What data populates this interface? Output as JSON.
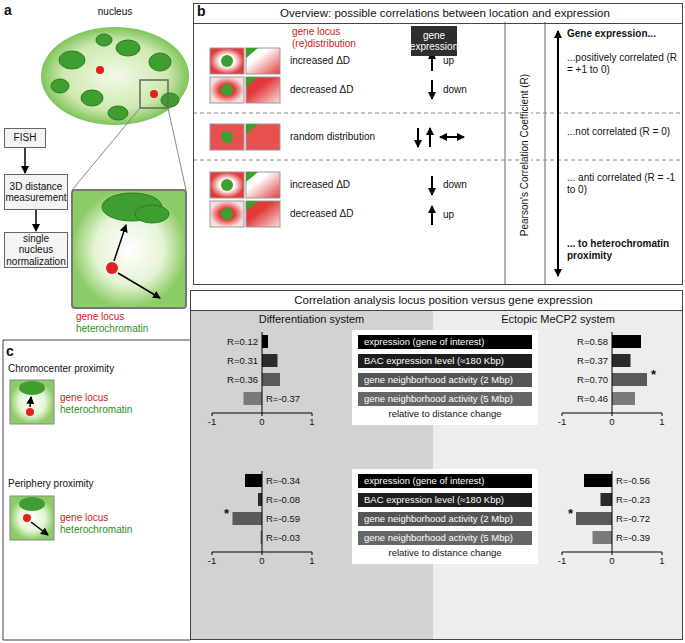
{
  "diagram": {
    "nodes": [
      {
        "text": [
          "FISH"
        ]
      },
      {
        "text": [
          "3D distance measurement"
        ]
      },
      {
        "text": [
          "single nucleus normalization"
        ]
      },
      {
        "text": [
          "Overview: possible correlations between location and expression"
        ]
      },
      {
        "text": [
          "gene expression"
        ],
        "in": 3
      },
      {
        "text": [
          "Correlation analysis locus position versus gene expression"
        ]
      },
      {
        "text": [
          "Differentiation system"
        ],
        "in": 5
      },
      {
        "text": [
          "Ectopic MeCP2 system"
        ],
        "in": 5
      },
      {
        "text": [
          "expression (gene of interest)"
        ],
        "in": 5
      },
      {
        "text": [
          "BAC expression level (≈180 Kbp)"
        ],
        "in": 5
      },
      {
        "text": [
          "gene neighborhood activity (2 Mbp)"
        ],
        "in": 5
      },
      {
        "text": [
          "gene neighborhood activity (5 Mbp)"
        ],
        "in": 5
      },
      {
        "text": [
          "expression (gene of interest)"
        ],
        "in": 5
      },
      {
        "text": [
          "BAC expression level (≈180 Kbp)"
        ],
        "in": 5
      },
      {
        "text": [
          "gene neighborhood activity (2 Mbp)"
        ],
        "in": 5
      },
      {
        "text": [
          "gene neighborhood activity (5 Mbp)"
        ],
        "in": 5
      }
    ],
    "edges": [
      {
        "from": 0,
        "to": 1,
        "arrow": "to"
      },
      {
        "from": 1,
        "to": 2,
        "arrow": "to"
      }
    ],
    "labels": [
      "a",
      "nucleus",
      "gene locus",
      "heterochromatin",
      "b",
      "gene locus (re)distribution",
      "increased ΔD",
      "decreased ΔD",
      "random distribution",
      "increased ΔD",
      "decreased ΔD",
      "up",
      "down",
      "down",
      "up",
      "Pearson's Correlation Coefficient (R)",
      "Gene expression...",
      "...positively correlated (R = +1 to 0)",
      "...not correlated (R = 0)",
      "... anti correlated (R = -1 to 0)",
      "... to heterochromatin proximity",
      "c",
      "Chromocenter proximity",
      "gene locus",
      "heterochromatin",
      "Periphery proximity",
      "gene locus",
      "heterochromatin",
      "R=0.12",
      "R=0.31",
      "R=0.36",
      "R=-0.37",
      "R=0.58",
      "R=0.37",
      "R=0.70",
      "R=0.46",
      "R=-0.34",
      "R=-0.08",
      "R=-0.59",
      "R=-0.03",
      "R=-0.56",
      "R=-0.23",
      "R=-0.72",
      "R=-0.39",
      "relative to distance change",
      "relative to distance change",
      "*",
      "*",
      "*",
      "-1",
      "0",
      "1",
      "-1",
      "0",
      "1",
      "-1",
      "0",
      "1",
      "-1",
      "0",
      "1"
    ]
  }
}
